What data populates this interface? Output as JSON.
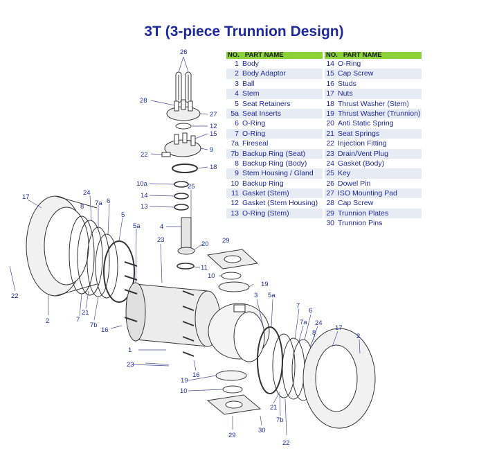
{
  "title": "3T (3-piece Trunnion Design)",
  "table_left": {
    "header_no": "NO.",
    "header_name": "PART NAME",
    "rows": [
      {
        "no": "1",
        "name": "Body"
      },
      {
        "no": "2",
        "name": "Body Adaptor"
      },
      {
        "no": "3",
        "name": "Ball"
      },
      {
        "no": "4",
        "name": "Stem"
      },
      {
        "no": "5",
        "name": "Seat Retainers"
      },
      {
        "no": "5a",
        "name": "Seat Inserts"
      },
      {
        "no": "6",
        "name": "O-Ring"
      },
      {
        "no": "7",
        "name": "O-Ring"
      },
      {
        "no": "7a",
        "name": "Fireseal"
      },
      {
        "no": "7b",
        "name": "Backup Ring (Seat)"
      },
      {
        "no": "8",
        "name": "Backup Ring (Body)"
      },
      {
        "no": "9",
        "name": "Stem Housing / Gland"
      },
      {
        "no": "10",
        "name": "Backup Ring"
      },
      {
        "no": "11",
        "name": "Gasket (Stem)"
      },
      {
        "no": "12",
        "name": "Gasket (Stem Housing)"
      },
      {
        "no": "13",
        "name": "O-Ring (Stem)"
      }
    ]
  },
  "table_right": {
    "header_no": "NO.",
    "header_name": "PART NAME",
    "rows": [
      {
        "no": "14",
        "name": "O-Ring"
      },
      {
        "no": "15",
        "name": "Cap Screw"
      },
      {
        "no": "16",
        "name": "Studs"
      },
      {
        "no": "17",
        "name": "Nuts"
      },
      {
        "no": "18",
        "name": "Thrust Washer (Stem)"
      },
      {
        "no": "19",
        "name": "Thrust Washer (Trunnion)"
      },
      {
        "no": "20",
        "name": "Anti Static Spring"
      },
      {
        "no": "21",
        "name": "Seat Springs"
      },
      {
        "no": "22",
        "name": "Injection Fitting"
      },
      {
        "no": "23",
        "name": "Drain/Vent Plug"
      },
      {
        "no": "24",
        "name": "Gasket (Body)"
      },
      {
        "no": "25",
        "name": "Key"
      },
      {
        "no": "26",
        "name": "Dowel Pin"
      },
      {
        "no": "27",
        "name": "ISO Mounting Pad"
      },
      {
        "no": "28",
        "name": "Cap Screw"
      },
      {
        "no": "29",
        "name": "Trunnion Plates"
      },
      {
        "no": "30",
        "name": "Trunnion Pins"
      }
    ]
  },
  "callouts": [
    "26",
    "28",
    "27",
    "12",
    "15",
    "22",
    "9",
    "18",
    "10a",
    "14",
    "13",
    "25",
    "4",
    "20",
    "11",
    "29",
    "10",
    "19",
    "17",
    "24",
    "8",
    "7a",
    "6",
    "5",
    "5a",
    "23",
    "22",
    "2",
    "21",
    "7",
    "7b",
    "16",
    "1",
    "3",
    "5a",
    "7",
    "6",
    "7a",
    "24",
    "17",
    "2",
    "8",
    "19",
    "10",
    "16",
    "23",
    "21",
    "7b",
    "22",
    "29",
    "30"
  ]
}
